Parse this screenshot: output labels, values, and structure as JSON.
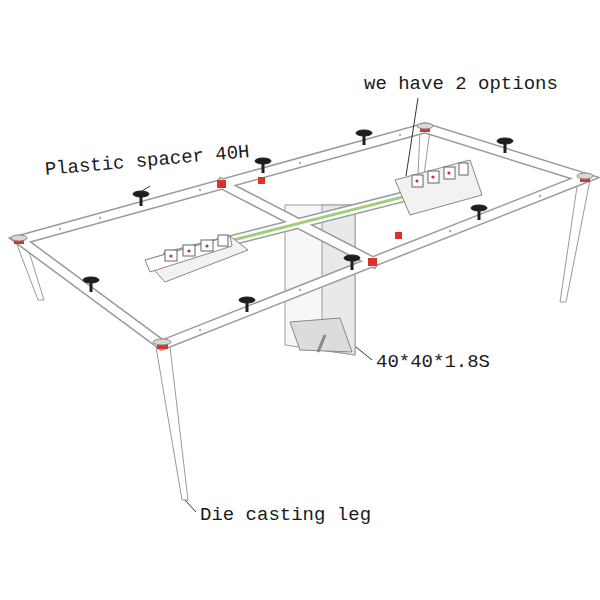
{
  "diagram": {
    "labels": [
      "Plastic spacer 40H",
      "we have 2 options",
      "40*40*1.8S",
      "Die casting leg"
    ]
  }
}
